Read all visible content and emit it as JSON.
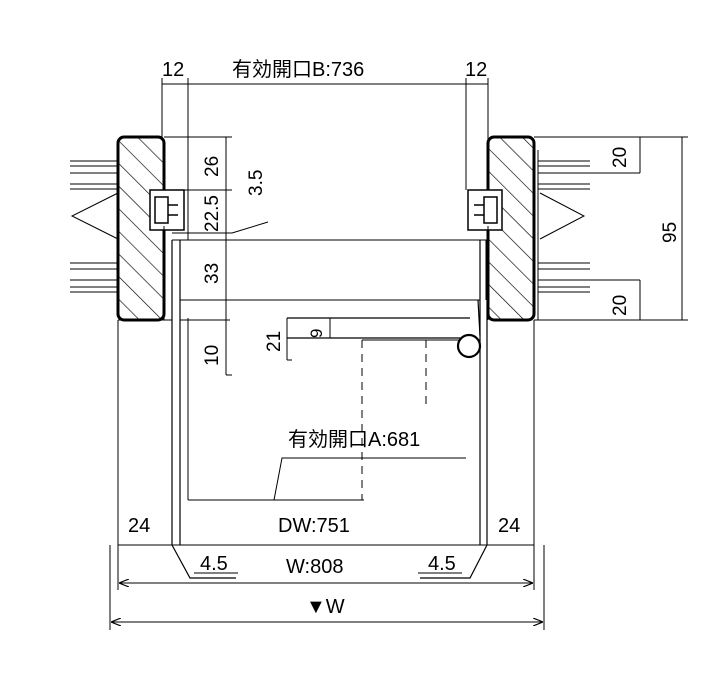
{
  "labels": {
    "opening_b": "有効開口B:736",
    "opening_a": "有効開口A:681",
    "dw": "DW:751",
    "w": "W:808",
    "w_mark": "▼W",
    "left_stile": "12",
    "right_stile": "12",
    "left_jamb": "24",
    "right_jamb": "24",
    "left_bevel": "4.5",
    "right_bevel": "4.5",
    "dim_26": "26",
    "dim_3_5": "3.5",
    "dim_22_5": "22.5",
    "dim_33": "33",
    "dim_10": "10",
    "dim_21": "21",
    "dim_9": "9",
    "dim_20_top": "20",
    "dim_20_bottom": "20",
    "dim_95": "95"
  }
}
